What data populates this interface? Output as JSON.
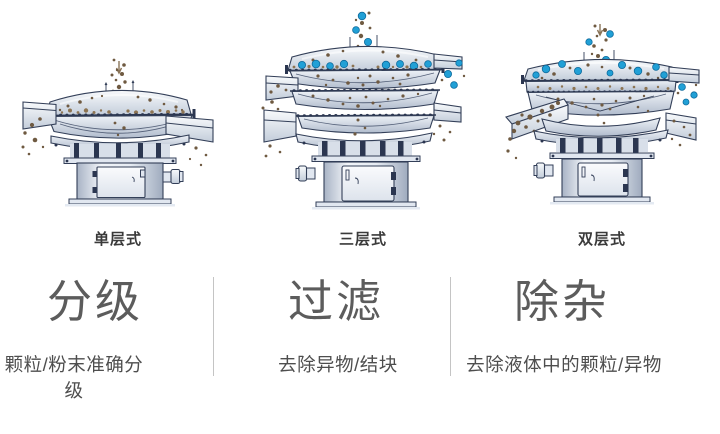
{
  "panel": {
    "background": "#ffffff"
  },
  "columns": [
    {
      "machine_label": "单层式",
      "function_title": "分级",
      "function_desc": "颗粒/粉末准确分级",
      "deck_count": 1
    },
    {
      "machine_label": "三层式",
      "function_title": "过滤",
      "function_desc": "去除异物/结块",
      "deck_count": 3
    },
    {
      "machine_label": "双层式",
      "function_title": "除杂",
      "function_desc": "去除液体中的颗粒/异物",
      "deck_count": 2
    }
  ],
  "colors": {
    "particle_brown": "#6f5a41",
    "particle_blue": "#21a0d6",
    "machine_outline": "#333f58",
    "metal_light": "#f7f9fc",
    "metal_dark": "#c6cfdc",
    "divider": "#c4c4c4",
    "label_text": "#3a3a3a",
    "title_text": "#5c5c5c",
    "desc_text": "#4e4e4e"
  }
}
